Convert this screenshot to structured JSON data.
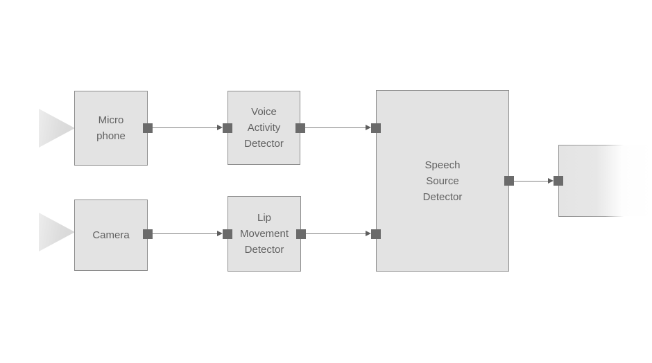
{
  "diagram": {
    "description": "Speech source detection block diagram",
    "nodes": {
      "microphone": {
        "label": "Micro\nphone"
      },
      "voice_activity_detector": {
        "label": "Voice\nActivity\nDetector"
      },
      "camera": {
        "label": "Camera"
      },
      "lip_movement_detector": {
        "label": "Lip\nMovement\nDetector"
      },
      "speech_source_detector": {
        "label": "Speech\nSource\nDetector"
      },
      "output": {
        "label": ""
      }
    },
    "edges": [
      {
        "from": "microphone",
        "to": "voice_activity_detector"
      },
      {
        "from": "voice_activity_detector",
        "to": "speech_source_detector"
      },
      {
        "from": "camera",
        "to": "lip_movement_detector"
      },
      {
        "from": "lip_movement_detector",
        "to": "speech_source_detector"
      },
      {
        "from": "speech_source_detector",
        "to": "output"
      }
    ],
    "colors": {
      "box_fill": "#e3e3e3",
      "box_border": "#8c8c8c",
      "port_fill": "#6b6b6b",
      "line": "#7f7f7f",
      "arrowhead": "#5e5e5e",
      "text": "#616161",
      "triangle_fill": "#dcdcdc",
      "background": "#ffffff"
    }
  }
}
